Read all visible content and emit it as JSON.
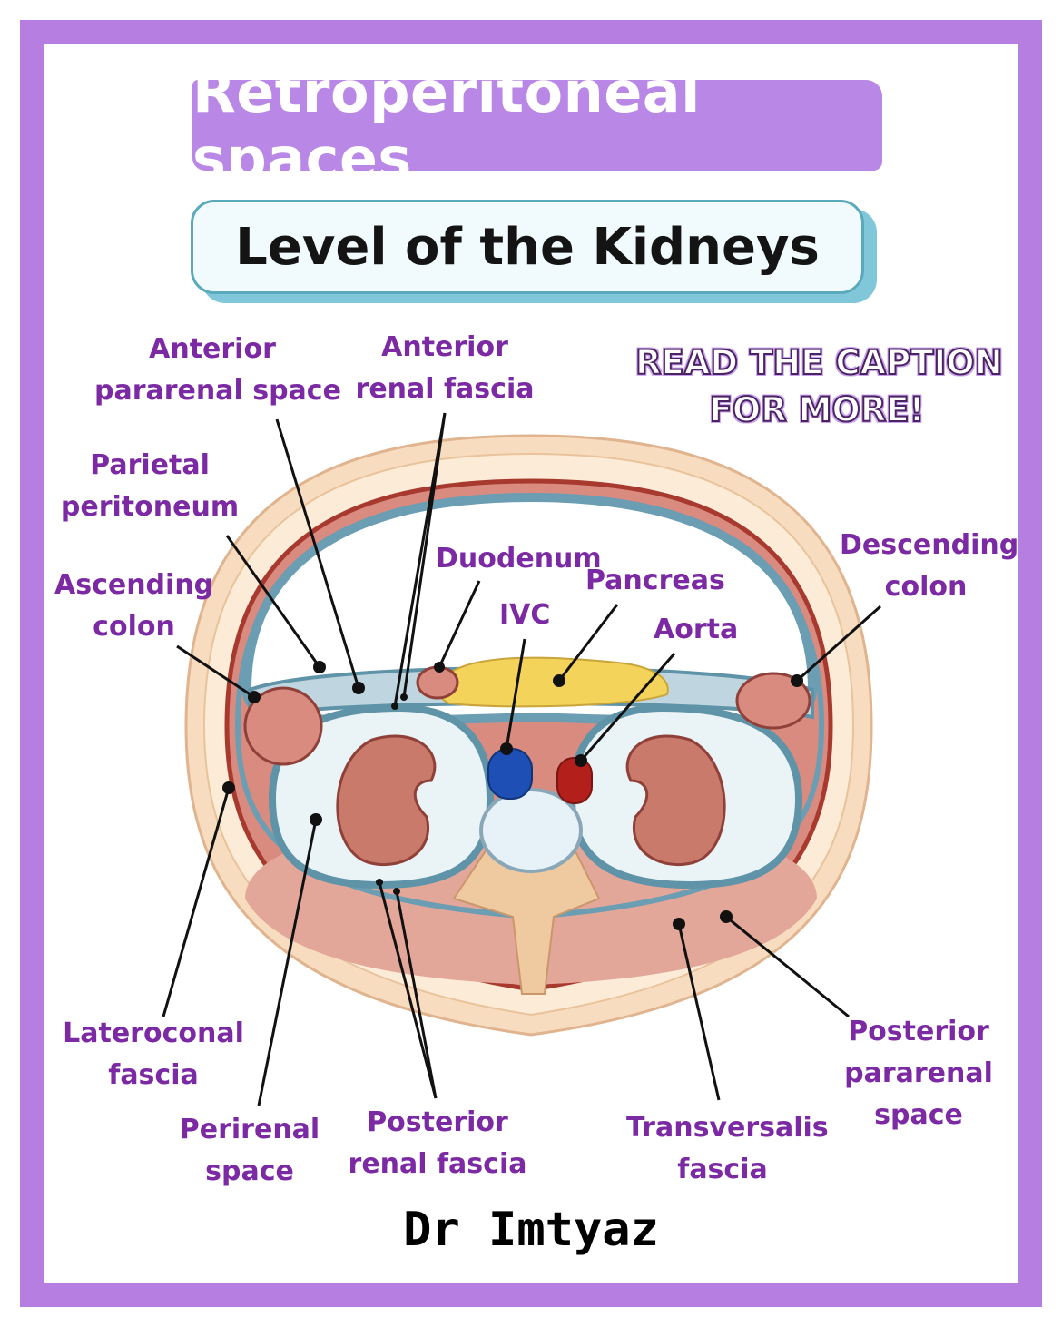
{
  "title": "Retroperitoneal spaces",
  "subtitle": "Level of the Kidneys",
  "callout": {
    "line1": "READ THE CAPTION",
    "line2": "FOR MORE!"
  },
  "labels": {
    "anterior_pararenal_space": [
      "Anterior",
      "pararenal space"
    ],
    "anterior_renal_fascia": [
      "Anterior",
      "renal fascia"
    ],
    "parietal_peritoneum": [
      "Parietal",
      "peritoneum"
    ],
    "ascending_colon": [
      "Ascending",
      "colon"
    ],
    "descending_colon": [
      "Descending",
      "colon"
    ],
    "duodenum": "Duodenum",
    "pancreas": "Pancreas",
    "ivc": "IVC",
    "aorta": "Aorta",
    "lateroconal_fascia": [
      "Lateroconal",
      "fascia"
    ],
    "perirenal_space": [
      "Perirenal",
      "space"
    ],
    "posterior_renal_fascia": [
      "Posterior",
      "renal fascia"
    ],
    "transversalis_fascia": [
      "Transversalis",
      "fascia"
    ],
    "posterior_pararenal_space": [
      "Posterior",
      "pararenal",
      "space"
    ]
  },
  "watermark": "Dr Imtyaz",
  "author": "Dr Imtyaz",
  "colors": {
    "frame": "#b57ee0",
    "title_banner": "#b987e6",
    "label_text": "#7b2aa3",
    "fascia_blue": "#6b9db3",
    "kidney": "#c97a6a",
    "ivc": "#1e4fb5",
    "aorta": "#b3201c"
  }
}
